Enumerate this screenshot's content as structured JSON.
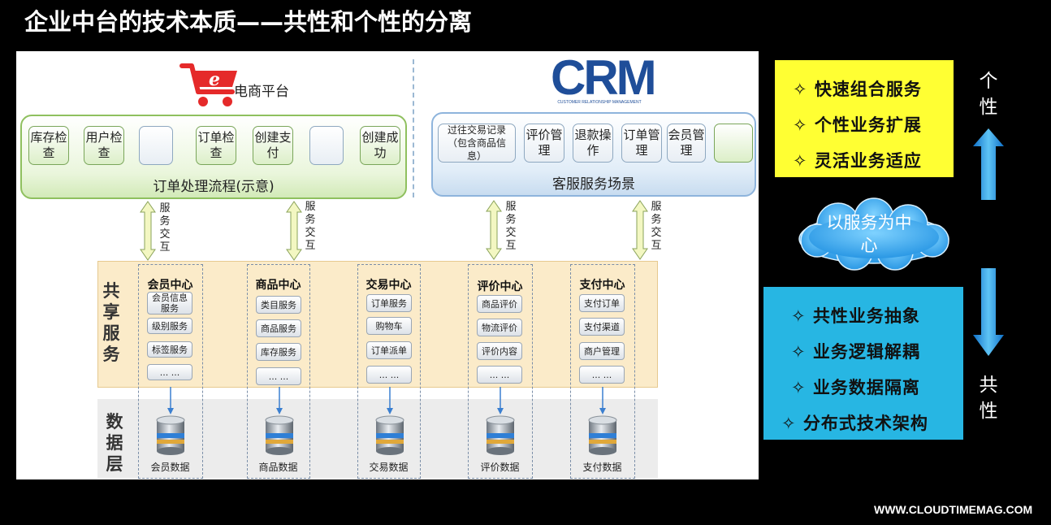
{
  "title": "企业中台的技术本质——共性和个性的分离",
  "footer": "WWW.CLOUDTIMEMAG.COM",
  "ecommerce": {
    "logo_letter": "e",
    "label": "电商平台",
    "steps": [
      "库存检查",
      "用户检查",
      "",
      "订单检查",
      "创建支付",
      "",
      "创建成功"
    ],
    "group_title": "订单处理流程(示意)"
  },
  "crm": {
    "logo_text": "CRM",
    "logo_sub": "CUSTOMER RELATIONSHIP MANAGEMENT",
    "steps": [
      "过往交易记录（包含商品信息）",
      "评价管理",
      "退款操作",
      "订单管理",
      "会员管理",
      ""
    ],
    "group_title": "客服服务场景"
  },
  "interaction_label": "服务交互",
  "shared_label": "共享服务",
  "data_label": "数据层",
  "centers": [
    {
      "name": "会员中心",
      "services": [
        "会员信息服务",
        "级别服务",
        "标签服务",
        "... ..."
      ],
      "db": "会员数据"
    },
    {
      "name": "商品中心",
      "services": [
        "类目服务",
        "商品服务",
        "库存服务",
        "... ..."
      ],
      "db": "商品数据"
    },
    {
      "name": "交易中心",
      "services": [
        "订单服务",
        "购物车",
        "订单派单",
        "... ..."
      ],
      "db": "交易数据"
    },
    {
      "name": "评价中心",
      "services": [
        "商品评价",
        "物流评价",
        "评价内容",
        "... ..."
      ],
      "db": "评价数据"
    },
    {
      "name": "支付中心",
      "services": [
        "支付订单",
        "支付渠道",
        "商户管理",
        "... ..."
      ],
      "db": "支付数据"
    }
  ],
  "personality": {
    "items": [
      "✧ 快速组合服务",
      "✧ 个性业务扩展",
      "✧ 灵活业务适应"
    ],
    "side_label": "个性"
  },
  "cloud_label": "以服务为中心",
  "commonality": {
    "items": [
      "✧ 共性业务抽象",
      "✧ 业务逻辑解耦",
      "✧ 业务数据隔离",
      "✧ 分布式技术架构"
    ],
    "side_label": "共性"
  },
  "colors": {
    "yellow": "#ffff33",
    "cyan": "#27b6e3",
    "cart_red": "#e52a2a",
    "crm_blue": "#1f4e99",
    "arrow_blue": "#1a8fe0"
  }
}
